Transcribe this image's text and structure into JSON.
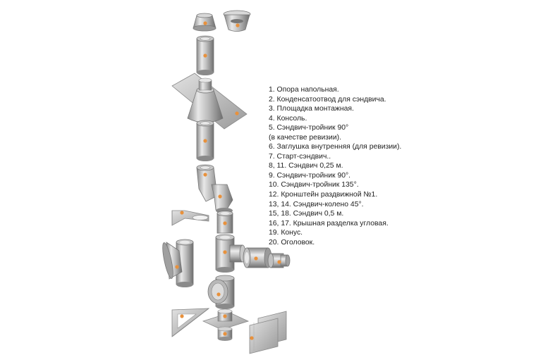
{
  "legend": [
    "1. Опора напольная.",
    "2. Конденсатоотвод для сэндвича.",
    "3. Площадка монтажная.",
    "4. Консоль.",
    "5. Сэндвич-тройник 90°",
    "(в качестве ревизии).",
    "6. Заглушка внутренняя (для ревизии).",
    "7. Старт-сэндвич..",
    "8, 11. Сэндвич 0,25 м.",
    "9. Сэндвич-тройник 90°.",
    "10. Сэндвич-тройник 135°.",
    "12. Кронштейн раздвижной №1.",
    "13, 14. Сэндвич-колено 45°.",
    "15, 18. Сэндвич 0,5 м.",
    "16, 17. Крышная разделка угловая.",
    "19. Конус.",
    "20. Оголовок."
  ],
  "colors": {
    "metal_light": "#e6e6e6",
    "metal_mid": "#b4b4b4",
    "metal_dark": "#7d7d7d",
    "marker": "#e8913c"
  }
}
